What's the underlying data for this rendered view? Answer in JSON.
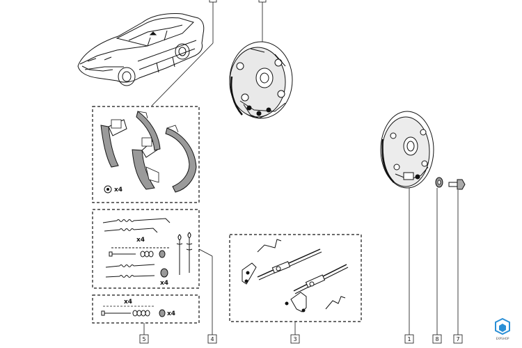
{
  "callouts": {
    "c1": "1",
    "c8": "8",
    "c7": "7",
    "c3": "3",
    "c4": "4",
    "c5": "5"
  },
  "quantities": {
    "shoe_kit_fastener": "x4",
    "spring_kit_pins": "x4",
    "spring_kit_cups": "x4",
    "pin_set_pins": "x4",
    "pin_set_cups": "x4"
  },
  "logo": {
    "name": "cube-logo-icon",
    "text": "EXPSHOP"
  },
  "colors": {
    "ink": "#111111",
    "paper": "#ffffff",
    "logo_blue": "#2a8fd6",
    "shoe_grey": "#8a8a8a"
  }
}
